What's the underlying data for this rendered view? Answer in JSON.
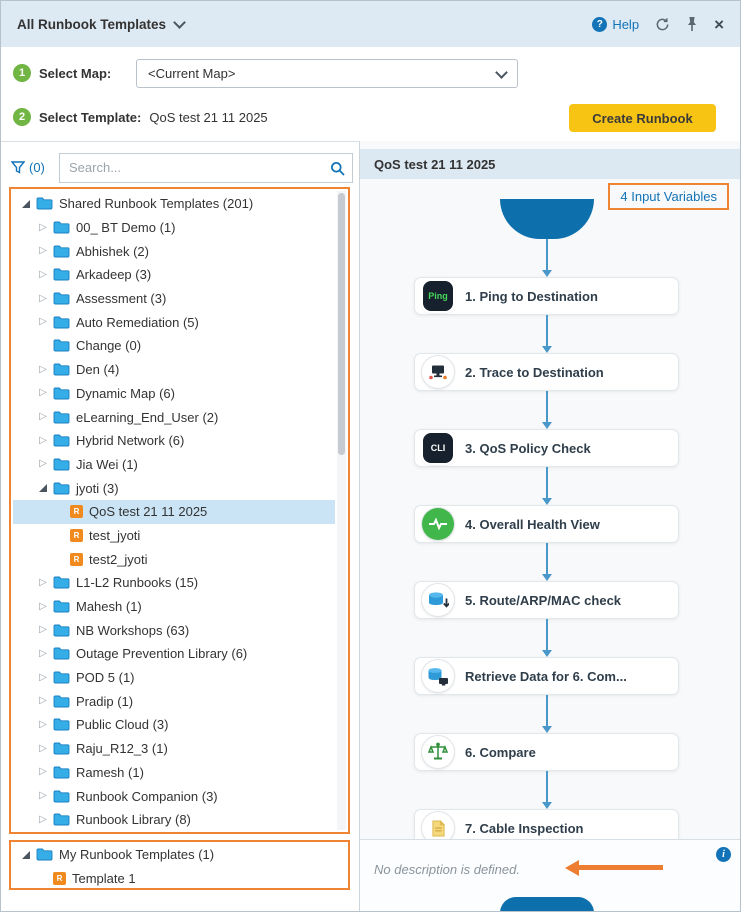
{
  "colors": {
    "accent_orange": "#EE8434",
    "brand_blue": "#1273B8",
    "button_yellow": "#F7C414",
    "step_green": "#71B544",
    "node_dark_blue": "#0E6FAD",
    "arrow_blue": "#4A97C9",
    "selected_row": "#CBE4F5"
  },
  "header": {
    "title": "All Runbook Templates",
    "help_label": "Help"
  },
  "steps": {
    "step1_num": "1",
    "step1_label": "Select Map:",
    "map_value": "<Current Map>",
    "step2_num": "2",
    "step2_label": "Select Template:",
    "template_value": "QoS test 21 11 2025",
    "create_button": "Create Runbook"
  },
  "left": {
    "filter_count": "(0)",
    "search_placeholder": "Search...",
    "tree": [
      {
        "label": "Shared Runbook Templates (201)",
        "level": 0,
        "toggle": "expanded",
        "icon": "folder"
      },
      {
        "label": "00_ BT Demo (1)",
        "level": 1,
        "toggle": "collapsed",
        "icon": "folder"
      },
      {
        "label": "Abhishek (2)",
        "level": 1,
        "toggle": "collapsed",
        "icon": "folder"
      },
      {
        "label": "Arkadeep (3)",
        "level": 1,
        "toggle": "collapsed",
        "icon": "folder"
      },
      {
        "label": "Assessment (3)",
        "level": 1,
        "toggle": "collapsed",
        "icon": "folder"
      },
      {
        "label": "Auto Remediation (5)",
        "level": 1,
        "toggle": "collapsed",
        "icon": "folder"
      },
      {
        "label": "Change (0)",
        "level": 1,
        "toggle": "none",
        "icon": "folder"
      },
      {
        "label": "Den (4)",
        "level": 1,
        "toggle": "collapsed",
        "icon": "folder"
      },
      {
        "label": "Dynamic Map (6)",
        "level": 1,
        "toggle": "collapsed",
        "icon": "folder"
      },
      {
        "label": "eLearning_End_User (2)",
        "level": 1,
        "toggle": "collapsed",
        "icon": "folder"
      },
      {
        "label": "Hybrid Network (6)",
        "level": 1,
        "toggle": "collapsed",
        "icon": "folder"
      },
      {
        "label": "Jia Wei (1)",
        "level": 1,
        "toggle": "collapsed",
        "icon": "folder"
      },
      {
        "label": "jyoti (3)",
        "level": 1,
        "toggle": "expanded",
        "icon": "folder"
      },
      {
        "label": "QoS test 21 11 2025",
        "level": 2,
        "toggle": "none",
        "icon": "template",
        "selected": true
      },
      {
        "label": "test_jyoti",
        "level": 2,
        "toggle": "none",
        "icon": "template"
      },
      {
        "label": "test2_jyoti",
        "level": 2,
        "toggle": "none",
        "icon": "template"
      },
      {
        "label": "L1-L2 Runbooks (15)",
        "level": 1,
        "toggle": "collapsed",
        "icon": "folder"
      },
      {
        "label": "Mahesh (1)",
        "level": 1,
        "toggle": "collapsed",
        "icon": "folder"
      },
      {
        "label": "NB Workshops (63)",
        "level": 1,
        "toggle": "collapsed",
        "icon": "folder"
      },
      {
        "label": "Outage Prevention Library (6)",
        "level": 1,
        "toggle": "collapsed",
        "icon": "folder"
      },
      {
        "label": "POD 5 (1)",
        "level": 1,
        "toggle": "collapsed",
        "icon": "folder"
      },
      {
        "label": "Pradip (1)",
        "level": 1,
        "toggle": "collapsed",
        "icon": "folder"
      },
      {
        "label": "Public Cloud (3)",
        "level": 1,
        "toggle": "collapsed",
        "icon": "folder"
      },
      {
        "label": "Raju_R12_3 (1)",
        "level": 1,
        "toggle": "collapsed",
        "icon": "folder"
      },
      {
        "label": "Ramesh (1)",
        "level": 1,
        "toggle": "collapsed",
        "icon": "folder"
      },
      {
        "label": "Runbook Companion (3)",
        "level": 1,
        "toggle": "collapsed",
        "icon": "folder"
      },
      {
        "label": "Runbook Library (8)",
        "level": 1,
        "toggle": "collapsed",
        "icon": "folder"
      }
    ],
    "my_tree": [
      {
        "label": "My Runbook Templates (1)",
        "level": 0,
        "toggle": "expanded",
        "icon": "folder"
      },
      {
        "label": "Template 1",
        "level": 1,
        "toggle": "none",
        "icon": "template"
      }
    ]
  },
  "preview": {
    "title": "QoS test 21 11 2025",
    "input_variables_label": "4 Input Variables",
    "nodes": [
      {
        "label": "1. Ping to Destination",
        "icon": "ping-icon"
      },
      {
        "label": "2. Trace to Destination",
        "icon": "trace-icon"
      },
      {
        "label": "3. QoS Policy Check",
        "icon": "cli-icon"
      },
      {
        "label": "4. Overall Health View",
        "icon": "health-icon"
      },
      {
        "label": "5. Route/ARP/MAC check",
        "icon": "route-arp-icon"
      },
      {
        "label": "Retrieve Data for 6. Com...",
        "icon": "retrieve-data-icon"
      },
      {
        "label": "6. Compare",
        "icon": "compare-icon"
      },
      {
        "label": "7. Cable Inspection",
        "icon": "cable-note-icon"
      }
    ],
    "description": "No description is defined."
  }
}
